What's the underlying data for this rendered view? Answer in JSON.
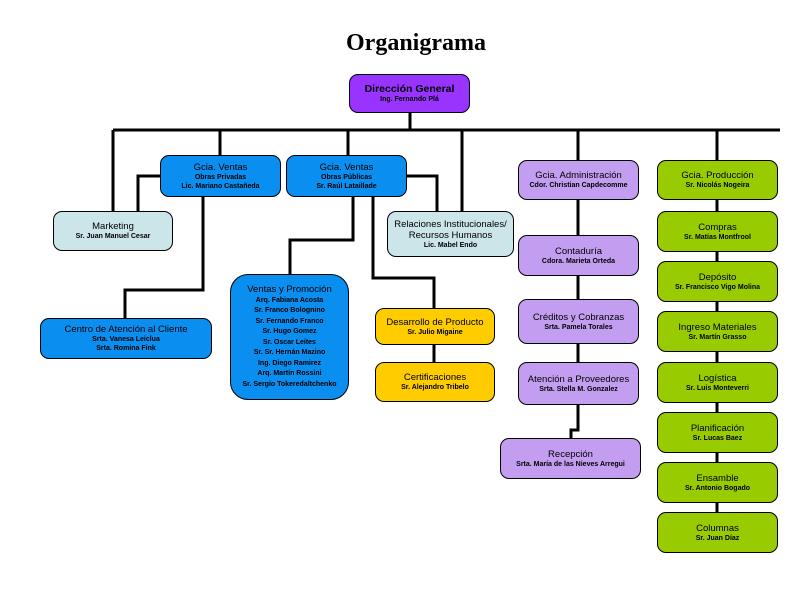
{
  "title": "Organigrama",
  "nodes": {
    "direccion": {
      "name": "Dirección General",
      "people": [
        "Ing. Fernando Plá"
      ]
    },
    "ventas_privadas": {
      "name": "Gcia. Ventas",
      "people": [
        "Obras Privadas",
        "Lic. Mariano Castañeda"
      ]
    },
    "ventas_publicas": {
      "name": "Gcia. Ventas",
      "people": [
        "Obras Públicas",
        "Sr. Raúl Lataillade"
      ]
    },
    "marketing": {
      "name": "Marketing",
      "people": [
        "Sr. Juan Manuel Cesar"
      ]
    },
    "relaciones": {
      "name": "Relaciones Institucionales/ Recursos Humanos",
      "people": [
        "Lic. Mabel Endo"
      ]
    },
    "centro_atencion": {
      "name": "Centro de Atención al Cliente",
      "people": [
        "Srta. Vanesa Leiclua",
        "Srta. Romina Fink"
      ]
    },
    "ventas_promocion": {
      "name": "Ventas y Promoción",
      "people": [
        "Arq. Fabiana Acosta",
        "Sr. Franco Bolognino",
        "Sr. Fernando Franco",
        "Sr. Hugo Gomez",
        "Sr. Oscar Leites",
        "Sr. Sr. Hernán Mazino",
        "Ing. Diego Ramirez",
        "Arq. Martín Rossini",
        "Sr. Sergio Tokeredaltchenko"
      ]
    },
    "desarrollo": {
      "name": "Desarrollo de Producto",
      "people": [
        "Sr. Julio Migaine"
      ]
    },
    "certificaciones": {
      "name": "Certificaciones",
      "people": [
        "Sr. Alejandro Tribelo"
      ]
    },
    "administracion": {
      "name": "Gcia. Administración",
      "people": [
        "Cdor. Christian Capdecomme"
      ]
    },
    "contaduria": {
      "name": "Contaduría",
      "people": [
        "Cdora. Marieta Orteda"
      ]
    },
    "creditos": {
      "name": "Créditos y Cobranzas",
      "people": [
        "Srta. Pamela Torales"
      ]
    },
    "proveedores": {
      "name": "Atención a Proveedores",
      "people": [
        "Srta. Stella M. Gonzalez"
      ]
    },
    "recepcion": {
      "name": "Recepción",
      "people": [
        "Srta. María de las Nieves Arregui"
      ]
    },
    "produccion": {
      "name": "Gcia. Producción",
      "people": [
        "Sr. Nicolás Nogeira"
      ]
    },
    "compras": {
      "name": "Compras",
      "people": [
        "Sr. Matías Montfrool"
      ]
    },
    "deposito": {
      "name": "Depósito",
      "people": [
        "Sr. Francisco Vigo Molina"
      ]
    },
    "ingreso": {
      "name": "Ingreso Materiales",
      "people": [
        "Sr. Martín Grasso"
      ]
    },
    "logistica": {
      "name": "Logística",
      "people": [
        "Sr. Luis Monteverri"
      ]
    },
    "planificacion": {
      "name": "Planificación",
      "people": [
        "Sr. Lucas Baez"
      ]
    },
    "ensamble": {
      "name": "Ensamble",
      "people": [
        "Sr. Antonio Bogado"
      ]
    },
    "columnas": {
      "name": "Columnas",
      "people": [
        "Sr. Juan Díaz"
      ]
    }
  }
}
